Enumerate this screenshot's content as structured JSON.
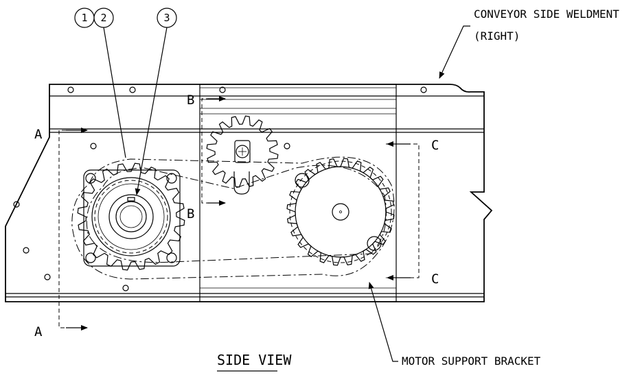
{
  "callouts": {
    "balloon_1": "1",
    "balloon_2": "2",
    "balloon_3": "3",
    "conveyor_side_line1": "CONVEYOR SIDE WELDMENT",
    "conveyor_side_line2": "(RIGHT)",
    "motor_support_bracket": "MOTOR SUPPORT BRACKET"
  },
  "section_marks": {
    "a_top": "A",
    "a_bottom": "A",
    "b_top": "B",
    "b_bottom": "B",
    "c_top": "C",
    "c_bottom": "C"
  },
  "view_title": "SIDE VIEW"
}
